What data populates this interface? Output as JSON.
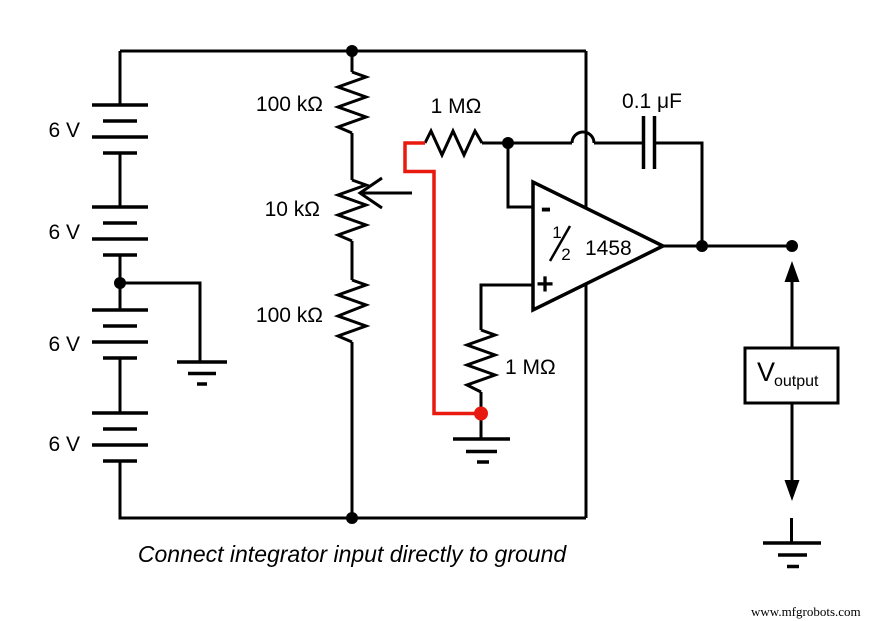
{
  "figure": {
    "caption": "Connect integrator input directly to ground",
    "watermark": "www.mfgrobots.com"
  },
  "colors": {
    "ink": "#000000",
    "highlight": "#e8190f",
    "paper": "#ffffff"
  },
  "components": {
    "battery1": {
      "label": "6 V"
    },
    "battery2": {
      "label": "6 V"
    },
    "battery3": {
      "label": "6 V"
    },
    "battery4": {
      "label": "6 V"
    },
    "resistor_divider_top": {
      "label": "100 kΩ"
    },
    "potentiometer": {
      "label": "10 kΩ"
    },
    "resistor_divider_bottom": {
      "label": "100 kΩ"
    },
    "resistor_input": {
      "label": "1 MΩ"
    },
    "capacitor_feedback": {
      "label": "0.1 μF"
    },
    "resistor_noninverting": {
      "label": "1 MΩ"
    },
    "opamp": {
      "inverting_label": "-",
      "noninverting_label": "+",
      "fraction_numerator": "1",
      "fraction_denominator": "2",
      "part_number": "1458"
    },
    "output": {
      "symbol": "V",
      "subscript": "output"
    }
  }
}
